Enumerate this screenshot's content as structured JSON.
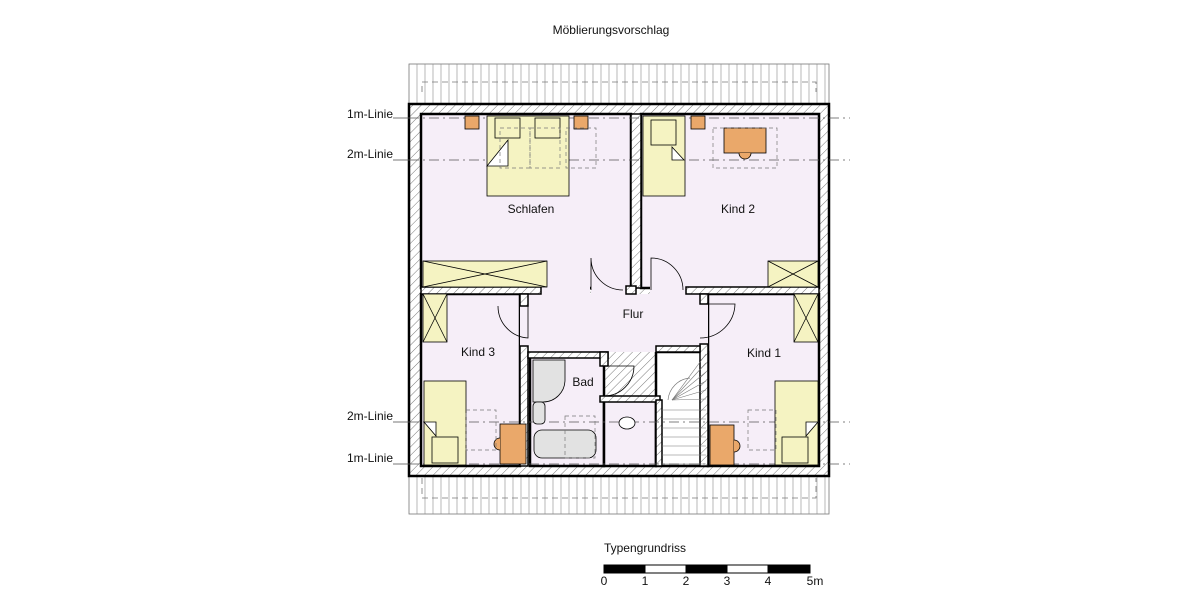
{
  "title": "Möblierungsvorschlag",
  "subtitle": "Typengrundriss",
  "rooms": [
    {
      "name": "Schlafen"
    },
    {
      "name": "Kind 2"
    },
    {
      "name": "Kind 3"
    },
    {
      "name": "Flur"
    },
    {
      "name": "Bad"
    },
    {
      "name": "Kind 1"
    }
  ],
  "height_lines": {
    "top_1m": "1m-Linie",
    "top_2m": "2m-Linie",
    "bottom_2m": "2m-Linie",
    "bottom_1m": "1m-Linie"
  },
  "scale_bar": {
    "ticks": [
      "0",
      "1",
      "2",
      "3",
      "4",
      "5m"
    ]
  },
  "colors": {
    "room_fill": "#f6eef8",
    "furniture_yellow": "#f5f3c2",
    "furniture_orange": "#eaa86a",
    "sanitary_gray": "#e2e2e2",
    "wall": "#000000"
  }
}
